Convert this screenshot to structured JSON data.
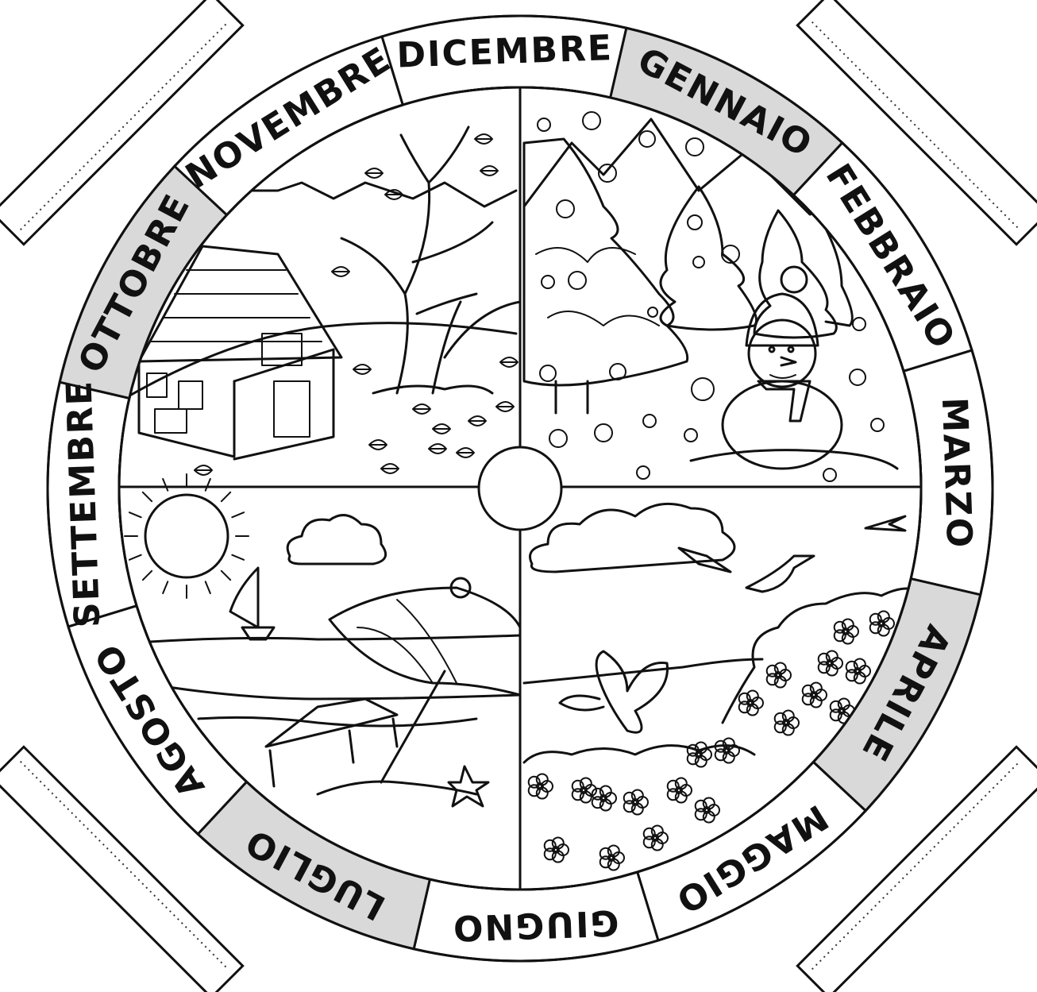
{
  "wheel": {
    "months": [
      "GENNAIO",
      "FEBBRAIO",
      "MARZO",
      "APRILE",
      "MAGGIO",
      "GIUGNO",
      "LUGLIO",
      "AGOSTO",
      "SETTEMBRE",
      "OTTOBRE",
      "NOVEMBRE",
      "DICEMBRE"
    ],
    "seasons": [
      "winter",
      "spring",
      "summer",
      "autumn"
    ]
  },
  "colors": {
    "ink": "#111111",
    "paper": "#ffffff",
    "shade": "#d9d9d9"
  },
  "icons": {
    "winter": [
      "snowman-icon",
      "pine-tree-icon",
      "snowflake-icon",
      "mountain-icon"
    ],
    "spring": [
      "cloud-icon",
      "bird-icon",
      "butterfly-icon",
      "flower-bush-icon"
    ],
    "summer": [
      "sun-icon",
      "cloud-icon",
      "sailboat-icon",
      "beach-umbrella-icon",
      "deck-chair-icon",
      "starfish-icon"
    ],
    "autumn": [
      "house-icon",
      "bare-tree-icon",
      "falling-leaf-icon",
      "mountain-icon"
    ]
  }
}
